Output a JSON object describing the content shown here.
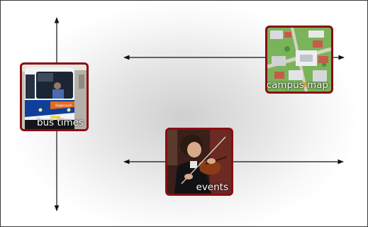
{
  "tiles": {
    "bus": {
      "caption": "bus times"
    },
    "map": {
      "caption": "campus map"
    },
    "events": {
      "caption": "events"
    }
  },
  "colors": {
    "frame": "#8a0d12",
    "arrow": "#111111",
    "border": "#3a3a3a"
  }
}
